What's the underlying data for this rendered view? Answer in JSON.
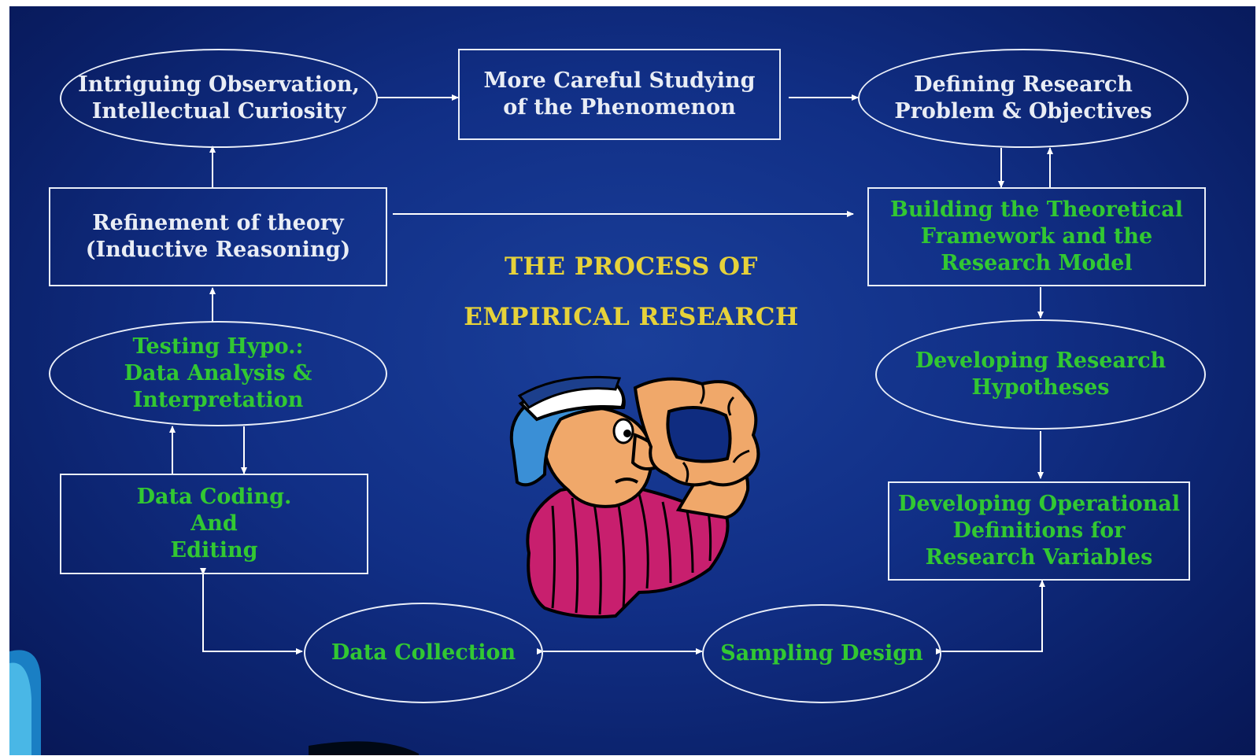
{
  "title": {
    "line1": "THE PROCESS OF",
    "line2": "EMPIRICAL RESEARCH"
  },
  "nodes": {
    "observation": "Intriguing Observation,\nIntellectual Curiosity",
    "studying": "More Careful Studying\nof the Phenomenon",
    "defining": "Defining Research\nProblem & Objectives",
    "refinement": "Refinement of theory\n(Inductive Reasoning)",
    "framework": "Building the Theoretical\nFramework and the\nResearch Model",
    "testing": "Testing Hypo.:\nData Analysis &\nInterpretation",
    "hypotheses": "Developing Research\nHypotheses",
    "coding": "Data Coding.\nAnd\nEditing",
    "operational": "Developing Operational\nDefinitions for\nResearch Variables",
    "collection": "Data Collection",
    "sampling": "Sampling Design"
  },
  "colors": {
    "background": "#112f86",
    "box_border": "#e9eef8",
    "white_text": "#e9edf5",
    "green_text": "#32c832",
    "title_text": "#e6d23a"
  },
  "illustration": "researcher-looking-through-finger-frame"
}
